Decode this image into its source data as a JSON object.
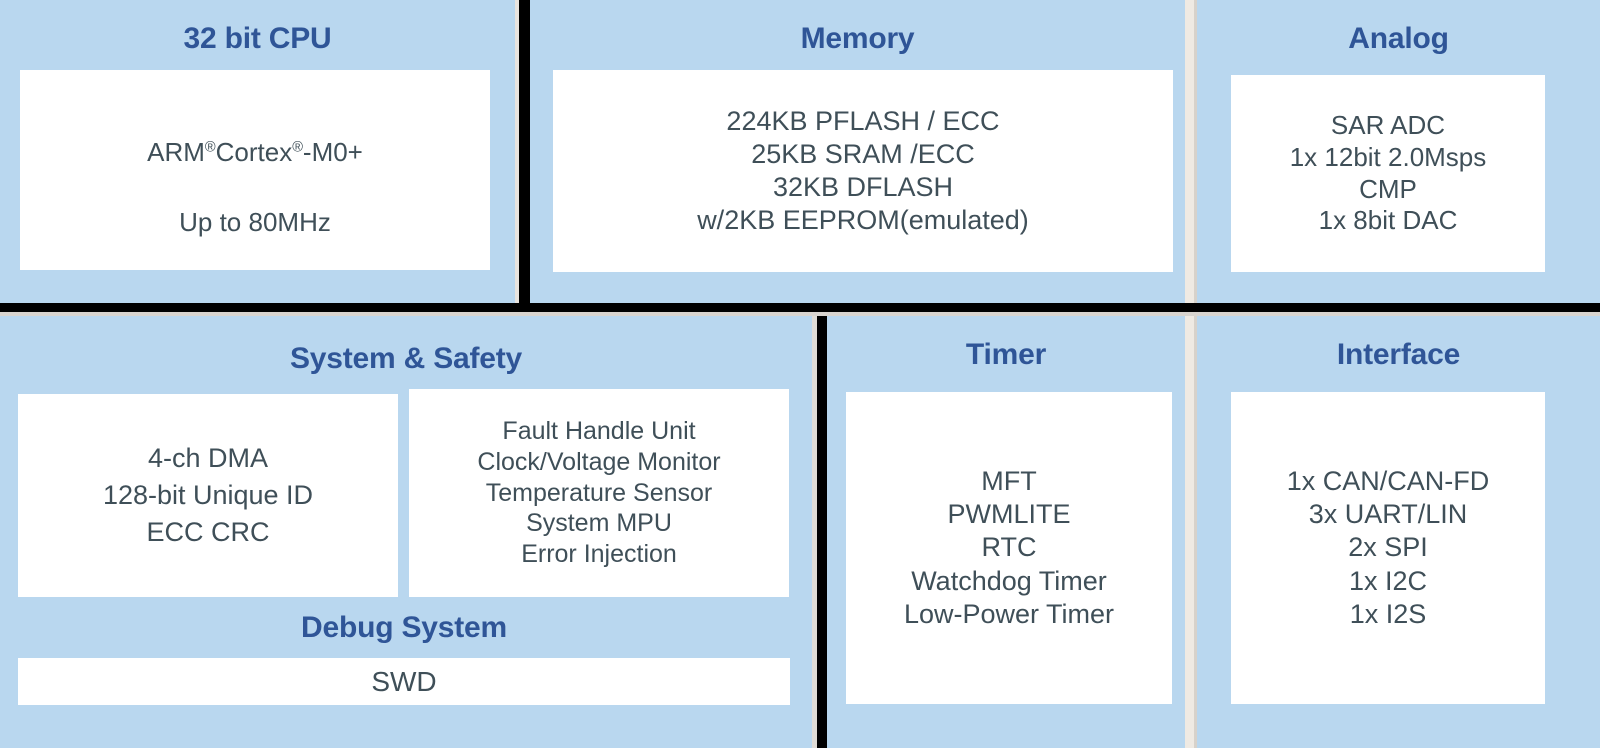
{
  "colors": {
    "panel_bg": "#b9d7ef",
    "card_bg": "#ffffff",
    "title_blue": "#2f5597",
    "body_slate": "#3f4f58",
    "divider_black": "#000000",
    "divider_light": "#e8e4df"
  },
  "blocks": {
    "cpu": {
      "title": "32 bit CPU",
      "lines_prefix": "ARM",
      "lines_mid": "Cortex",
      "lines_suffix": "-M0+",
      "registered_mark": "®",
      "line2": "Up to 80MHz"
    },
    "memory": {
      "title": "Memory",
      "text": "224KB PFLASH /  ECC\n25KB SRAM /ECC\n32KB DFLASH\nw/2KB EEPROM(emulated)"
    },
    "analog": {
      "title": "Analog",
      "text": "SAR ADC\n1x 12bit   2.0Msps\nCMP\n1x 8bit DAC"
    },
    "system_safety": {
      "title": "System & Safety",
      "left_text": "4-ch DMA\n128-bit Unique ID\nECC   CRC",
      "right_text": "Fault Handle Unit\nClock/Voltage Monitor\nTemperature Sensor\nSystem MPU\nError Injection"
    },
    "debug": {
      "title": "Debug System",
      "text": "SWD"
    },
    "timer": {
      "title": "Timer",
      "text": "MFT\nPWMLITE\nRTC\nWatchdog Timer\nLow-Power Timer"
    },
    "interface": {
      "title": "Interface",
      "text": "1x CAN/CAN-FD\n3x UART/LIN\n2x SPI\n1x I2C\n1x I2S"
    }
  }
}
